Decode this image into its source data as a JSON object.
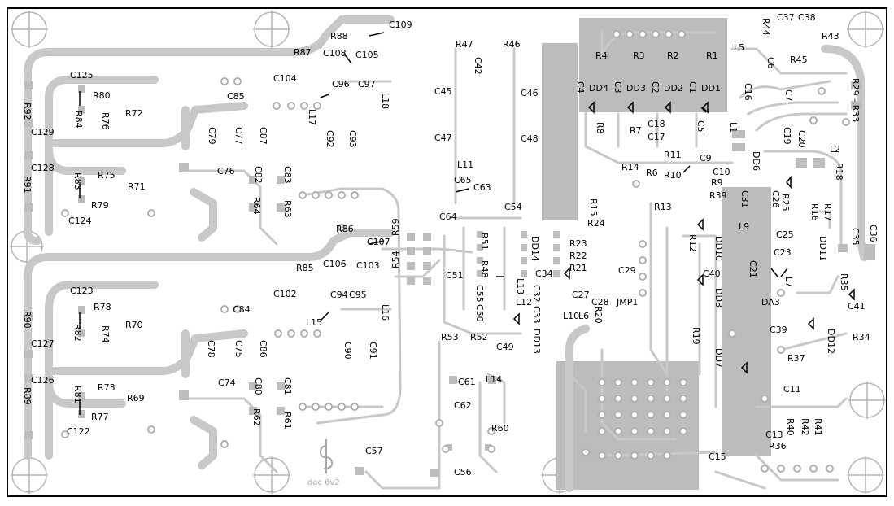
{
  "board": {
    "brand_text": "dac 6v2",
    "colors": {
      "outline": "#000000",
      "trace": "#c8c8c8",
      "copper": "#bcbcbc",
      "pad": "#bdbdbd",
      "hole": "#ffffff",
      "text": "#000000"
    },
    "labels": {
      "c109": "C109",
      "r88": "R88",
      "c108": "C108",
      "c105": "C105",
      "r87": "R87",
      "c104": "C104",
      "c96": "C96",
      "c97": "C97",
      "l17": "L17",
      "l18": "L18",
      "c92": "C92",
      "c93": "C93",
      "c125": "C125",
      "r80": "R80",
      "r84": "R84",
      "r76": "R76",
      "r72": "R72",
      "r92": "R92",
      "c129": "C129",
      "c85": "C85",
      "c79": "C79",
      "c77": "C77",
      "c87": "C87",
      "c128": "C128",
      "r75": "R75",
      "r83": "R83",
      "r71": "R71",
      "r79": "R79",
      "r91": "R91",
      "c124": "C124",
      "c76": "C76",
      "c82": "C82",
      "c83": "C83",
      "r64": "R64",
      "r63": "R63",
      "r86": "R86",
      "c107": "C107",
      "r59": "R59",
      "r54": "R54",
      "c106": "C106",
      "c103": "C103",
      "r85": "R85",
      "c102": "C102",
      "c94": "C94",
      "c95": "C95",
      "l16": "L16",
      "l15": "L15",
      "c123": "C123",
      "r78": "R78",
      "r82": "R82",
      "r74": "R74",
      "r70": "R70",
      "r90": "R90",
      "c127": "C127",
      "c84": "C84",
      "c78": "C78",
      "c75": "C75",
      "c86": "C86",
      "c90": "C90",
      "c91": "C91",
      "c126": "C126",
      "r81": "R81",
      "r73": "R73",
      "r69": "R69",
      "r77": "R77",
      "r89": "R89",
      "c122": "C122",
      "c74": "C74",
      "c80": "C80",
      "c81": "C81",
      "r62": "R62",
      "r61": "R61",
      "c57": "C57",
      "c56": "C56",
      "r47": "R47",
      "r46": "R46",
      "c42": "C42",
      "c45": "C45",
      "c46": "C46",
      "c47": "C47",
      "c48": "C48",
      "l11": "L11",
      "c65": "C65",
      "c63": "C63",
      "c64": "C64",
      "c54": "C54",
      "r51": "R51",
      "r48": "R48",
      "dd14": "DD14",
      "c51": "C51",
      "c55": "C55",
      "c50": "C50",
      "l13": "L13",
      "l12": "L12",
      "c32": "C32",
      "c33": "C33",
      "dd13": "DD13",
      "c34": "C34",
      "r53": "R53",
      "r52": "R52",
      "c49": "C49",
      "c61": "C61",
      "l14": "L14",
      "c62": "C62",
      "r60": "R60",
      "r24": "R24",
      "r23": "R23",
      "r22": "R22",
      "r21": "R21",
      "c29": "C29",
      "c27": "C27",
      "c28": "C28",
      "jmp1": "JMP1",
      "r20": "R20",
      "l10": "L10",
      "l6": "L6",
      "r4": "R4",
      "r3": "R3",
      "r2": "R2",
      "r1": "R1",
      "l5": "L5",
      "c4": "C4",
      "dd4": "DD4",
      "c3": "C3",
      "dd3": "DD3",
      "c2": "C2",
      "dd2": "DD2",
      "c1": "C1",
      "dd1": "DD1",
      "c16": "C16",
      "r8": "R8",
      "r7": "R7",
      "c18": "C18",
      "c17": "C17",
      "c5": "C5",
      "l1": "L1",
      "r44": "R44",
      "c37": "C37",
      "c38": "C38",
      "r43": "R43",
      "c6": "C6",
      "r45": "R45",
      "c7": "C7",
      "r29r33": "R29 - R33",
      "c19": "C19",
      "c20": "C20",
      "l2": "L2",
      "r18": "R18",
      "dd6": "DD6",
      "r11": "R11",
      "c9": "C9",
      "r14": "R14",
      "r6": "R6",
      "r10": "R10",
      "c10": "C10",
      "r9": "R9",
      "r15": "R15",
      "r13": "R13",
      "r39": "R39",
      "c31": "C31",
      "c26": "C26",
      "r25": "R25",
      "r16": "R16",
      "r17": "R17",
      "l9": "L9",
      "r12": "R12",
      "dd10": "DD10",
      "c25": "C25",
      "dd11": "DD11",
      "c35": "C35",
      "c36": "C36",
      "c23": "C23",
      "c21": "C21",
      "l7": "L7",
      "c40": "C40",
      "dd8": "DD8",
      "r35": "R35",
      "da3": "DA3",
      "c41": "C41",
      "c39": "C39",
      "dd12": "DD12",
      "r34": "R34",
      "r19": "R19",
      "r37": "R37",
      "dd7": "DD7",
      "c11": "C11",
      "r40": "R40",
      "r42": "R42",
      "r41": "R41",
      "c13": "C13",
      "r36": "R36",
      "c15": "C15"
    }
  }
}
